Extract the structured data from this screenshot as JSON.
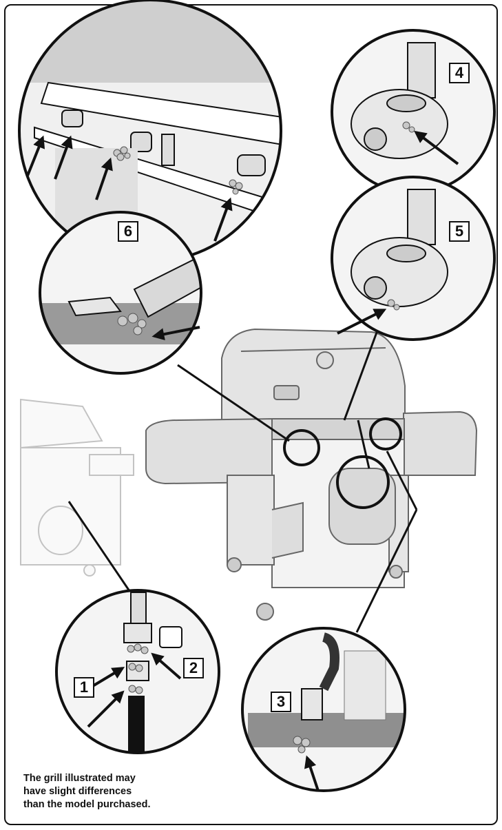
{
  "steps": {
    "one": "1",
    "two": "2",
    "three": "3",
    "four": "4",
    "five": "5",
    "six": "6"
  },
  "note": {
    "line1": "The grill illustrated may",
    "line2": "have slight differences",
    "line3": "than the model purchased."
  },
  "colors": {
    "outline": "#111111",
    "panel_light": "#eeeeee",
    "panel_mid": "#d4d4d4",
    "panel_dark": "#9a9a9a",
    "bubble_fill": "#c8c8c8"
  },
  "icons": {
    "arrow": "arrow-icon",
    "bubbles": "leak-bubbles-icon"
  }
}
